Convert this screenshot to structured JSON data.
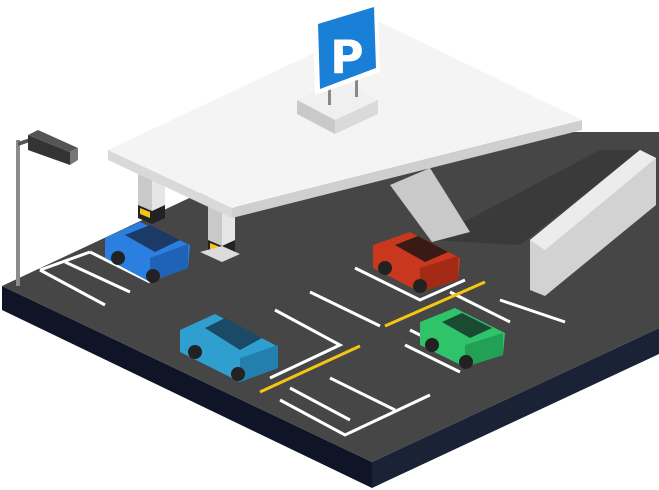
{
  "sign": {
    "letter": "P",
    "icon": "parking-sign-icon"
  },
  "colors": {
    "ground": "#464646",
    "base_side": "#111827",
    "roof": "#f4f4f4",
    "roof_edge": "#d9d9d9",
    "sign_blue": "#1a7fd6",
    "line_white": "#ffffff",
    "line_yellow": "#f3c515",
    "car_blue": "#2a7fe0",
    "car_red": "#c8371e",
    "car_teal": "#2f9fd0",
    "car_green": "#2fc46a"
  },
  "cars": [
    {
      "name": "blue-car",
      "color": "#2a7fe0"
    },
    {
      "name": "red-car",
      "color": "#c8371e"
    },
    {
      "name": "teal-car",
      "color": "#2f9fd0"
    },
    {
      "name": "green-car",
      "color": "#2fc46a"
    }
  ]
}
